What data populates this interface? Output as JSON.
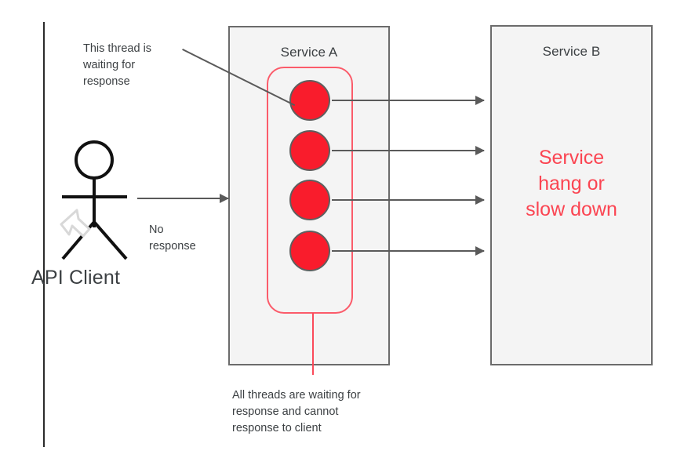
{
  "diagram": {
    "title_implicit": "Thread pool exhaustion when downstream service hangs",
    "colors": {
      "thread_red": "#f91c2c",
      "pool_outline_red": "#fb5b6a",
      "status_red": "#fb4552",
      "box_fill": "#f4f4f4",
      "box_border": "#6b6b6b",
      "arrow": "#5a5a5a",
      "text": "#3c4043"
    }
  },
  "actor": {
    "label": "API Client",
    "icon": "stick-figure-person"
  },
  "service_a": {
    "title": "Service A",
    "thread_count": 4,
    "threads": [
      {
        "id": 1,
        "state": "waiting"
      },
      {
        "id": 2,
        "state": "waiting"
      },
      {
        "id": 3,
        "state": "waiting"
      },
      {
        "id": 4,
        "state": "waiting"
      }
    ]
  },
  "service_b": {
    "title": "Service B",
    "status_text": "Service\nhang or\nslow down"
  },
  "annotations": {
    "thread_note": "This thread is\nwaiting for\nresponse",
    "client_note": "No\nresponse",
    "pool_note": "All threads are waiting for\nresponse and cannot\nresponse to client"
  }
}
